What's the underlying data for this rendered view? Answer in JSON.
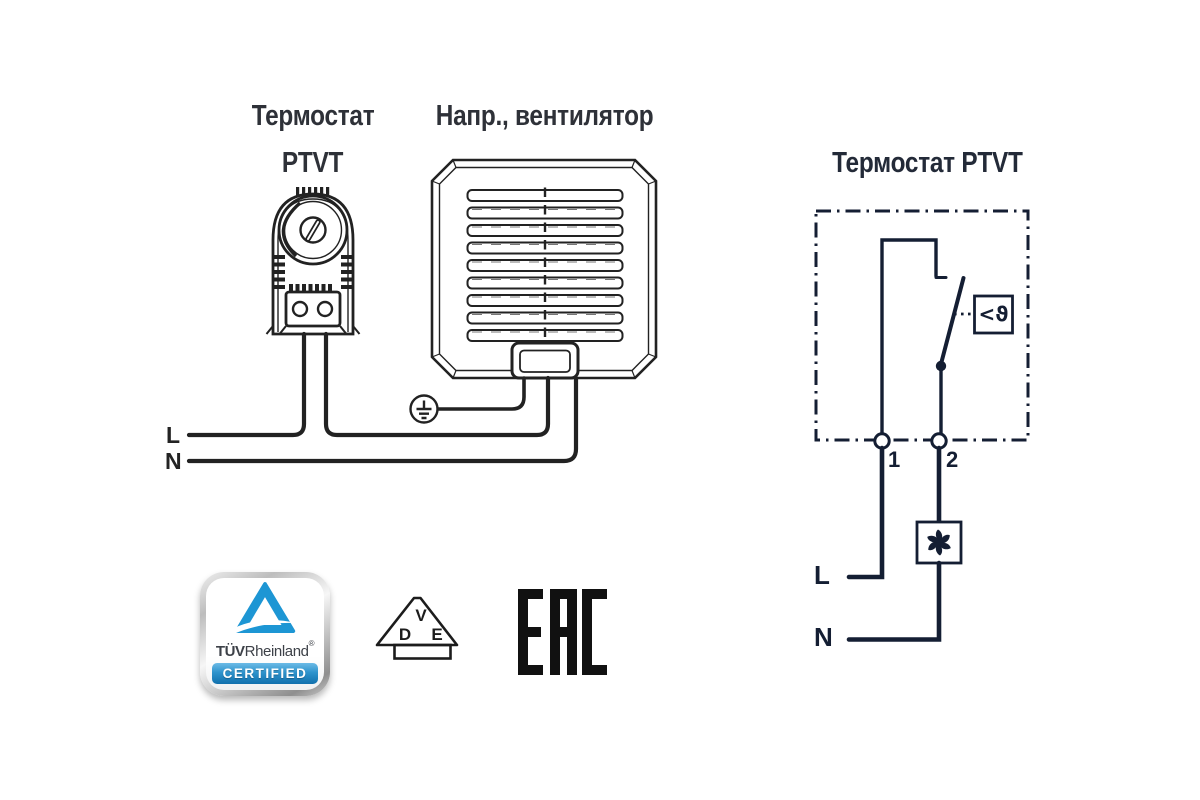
{
  "left_diagram": {
    "device1_label_line1": "Термостат",
    "device1_label_line2": "PTVT",
    "device2_label": "Напр., вентилятор",
    "phase_label": "L",
    "neutral_label": "N",
    "icons": {
      "thermostat": "thermostat-device-icon",
      "fan": "fan-louver-grille-icon",
      "ground": "earth-ground-icon"
    }
  },
  "schematic": {
    "title": "Термостат PTVT",
    "terminal1": "1",
    "terminal2": "2",
    "thermal_trigger": "<ϑ",
    "phase_label": "L",
    "neutral_label": "N",
    "icons": {
      "switch": "thermal-contact-switch-icon",
      "fan": "fan-impeller-icon"
    }
  },
  "logos": {
    "tuv": {
      "brand_bold": "TÜV",
      "brand_regular": "Rheinland",
      "registered": "®",
      "banner": "CERTIFIED"
    },
    "vde": {
      "v": "V",
      "d": "D",
      "e": "E"
    },
    "eac": {
      "text": "EAC"
    }
  },
  "colors": {
    "background": "#ffffff",
    "left_line": "#222222",
    "schematic_line": "#141e33",
    "heading_text": "#2e3138",
    "tuv_blue": "#1d96d4",
    "tuv_band_top": "#6cbbe6",
    "tuv_band_bottom": "#1170ad",
    "eac_black": "#111111"
  }
}
